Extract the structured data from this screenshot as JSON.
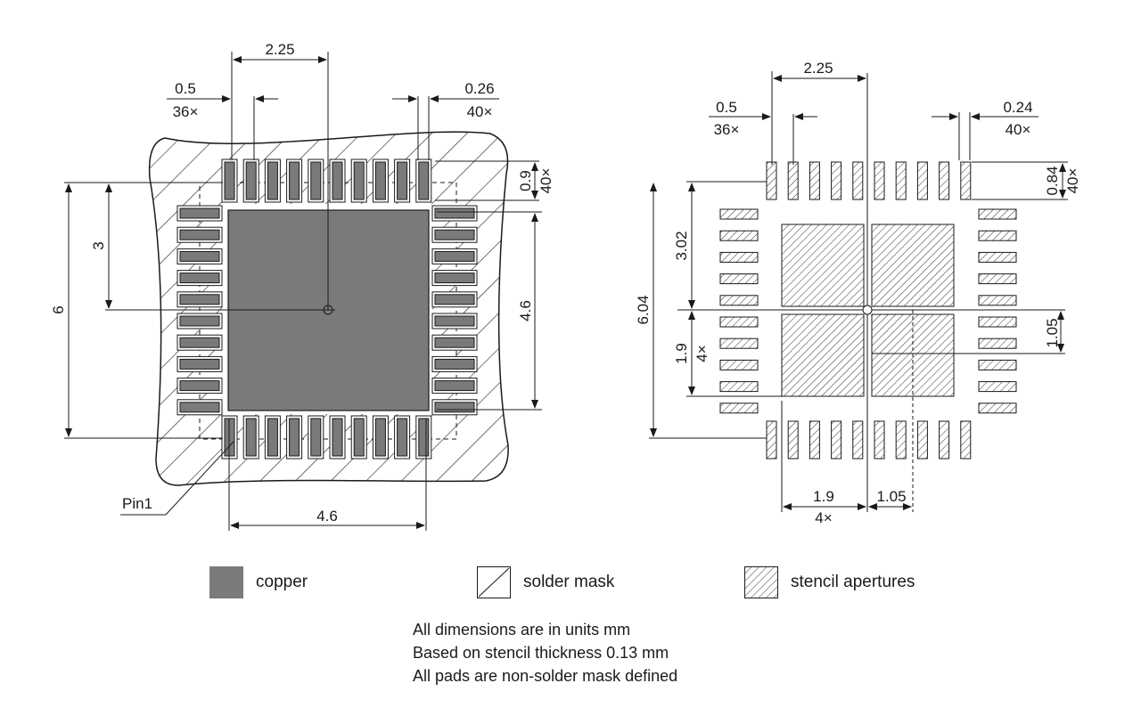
{
  "left_view": {
    "pitch": "0.5",
    "pitch_count": "36×",
    "pad_width": "0.26",
    "pad_count": "40×",
    "center_to_pin": "2.25",
    "pad_length": "0.9",
    "pad_length_count": "40×",
    "center_offset": "3",
    "row_span": "6",
    "thermal_pad_height": "4.6",
    "thermal_pad_width": "4.6",
    "pin1_label": "Pin1"
  },
  "right_view": {
    "pitch": "0.5",
    "pitch_count": "36×",
    "pad_width": "0.24",
    "pad_count": "40×",
    "center_to_pin": "2.25",
    "pad_length": "0.84",
    "pad_length_count": "40×",
    "center_offset": "3.02",
    "row_span": "6.04",
    "aperture_size": "1.9",
    "aperture_count": "4×",
    "aperture_gap": "1.05"
  },
  "legend": [
    {
      "label": "copper",
      "swatch": "copper",
      "color": "#7a7a7a"
    },
    {
      "label": "solder mask",
      "swatch": "solder-mask"
    },
    {
      "label": "stencil apertures",
      "swatch": "stencil"
    }
  ],
  "notes": [
    "All dimensions are in units mm",
    "Based on stencil thickness 0.13 mm",
    "All pads are non-solder mask defined"
  ]
}
